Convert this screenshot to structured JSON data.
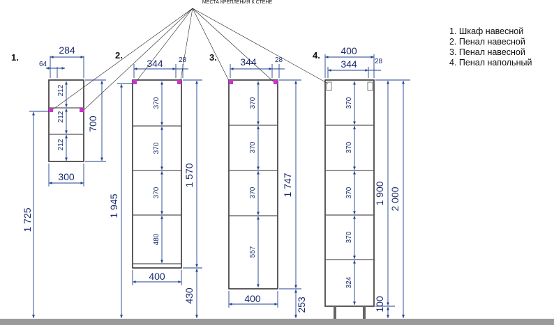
{
  "title": "МЕСТА КРЕПЛЕНИЯ К СТЕНЕ",
  "legend": [
    "1. Шкаф навесной",
    "2. Пенал навесной",
    "3. Пенал навесной",
    "4. Пенал напольный"
  ],
  "labels": {
    "n1": "1.",
    "n2": "2.",
    "n3": "3.",
    "n4": "4."
  },
  "dims1": {
    "top_w": "284",
    "offset": "64",
    "width": "300",
    "height": "700",
    "mount": "1 725",
    "sec1": "212",
    "sec2": "212",
    "sec3": "212"
  },
  "dims2": {
    "inner": "344",
    "side": "28",
    "width": "400",
    "height": "1 570",
    "mount": "1 945",
    "floor": "430",
    "sec1": "370",
    "sec2": "370",
    "sec3": "370",
    "sec4": "480"
  },
  "dims3": {
    "inner": "344",
    "side": "28",
    "width": "400",
    "height": "1 747",
    "floor": "253",
    "sec1": "370",
    "sec2": "370",
    "sec3": "370",
    "sec4": "557"
  },
  "dims4": {
    "outer": "400",
    "inner": "344",
    "side": "28",
    "h1": "1 900",
    "h2": "2 000",
    "legs": "100",
    "sec1": "370",
    "sec2": "370",
    "sec3": "370",
    "sec4": "370",
    "sec5": "324"
  },
  "colors": {
    "dimension": "#1e3f8f",
    "mount": "#cc33cc",
    "cabinet": "#333333",
    "floor": "#888888"
  }
}
